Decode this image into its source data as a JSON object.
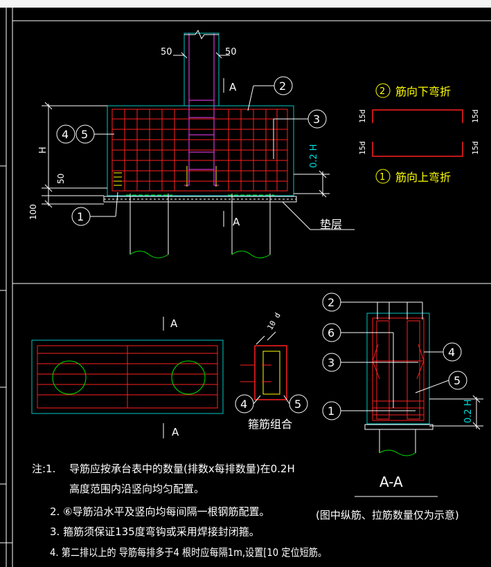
{
  "colors": {
    "background": "#000000",
    "frame": "#ffffff",
    "concrete": "#00c8c8",
    "rebar": "#ff2020",
    "stirrup_inner": "#ff40ff",
    "pile_edge": "#00e000",
    "annotation": "#ffffff",
    "yellow_text": "#ffff00",
    "dim_cyan": "#00e0e0"
  },
  "top_view": {
    "dim_left": "50",
    "dim_right": "50",
    "section_mark_top": "A",
    "section_mark_bottom": "A",
    "callouts": {
      "c1": "1",
      "c2": "2",
      "c3": "3",
      "c4": "4",
      "c5": "5"
    },
    "dim_height": "H",
    "dim_50": "50",
    "dim_100": "100",
    "dim_02h": "0.2 H",
    "cushion_label": "垫层"
  },
  "bend_detail": {
    "top_label": "筋向下弯折",
    "top_num": "2",
    "bottom_label": "筋向上弯折",
    "bottom_num": "1",
    "d_tl": "15d",
    "d_tr": "15d",
    "d_bl": "15d",
    "d_br": "15d"
  },
  "plan_view": {
    "mark_top": "A",
    "mark_bottom": "A"
  },
  "stirrup_combo": {
    "dim": "10 d",
    "c4": "4",
    "c5": "5",
    "label": "箍筋组合"
  },
  "section_view": {
    "c2": "2",
    "c6": "6",
    "c3": "3",
    "c1": "1",
    "c4": "4",
    "c5": "5",
    "dim_02h": "0.2 H",
    "title": "A-A",
    "note": "(图中纵筋、拉筋数量仅为示意)"
  },
  "notes": {
    "prefix": "注:1.",
    "n1a": "导筋应按承台表中的数量(排数x每排数量)在0.2H",
    "n1b": "高度范围内沿竖向均匀配置。",
    "n2": "2.  ⑥导筋沿水平及竖向均每间隔一根钢筋配置。",
    "n3": "3.  箍筋须保证135度弯钩或采用焊接封闭箍。",
    "n4": "4.  第二排以上的     导筋每排多于4 根时应每隔1m,设置[10 定位短筋。"
  }
}
